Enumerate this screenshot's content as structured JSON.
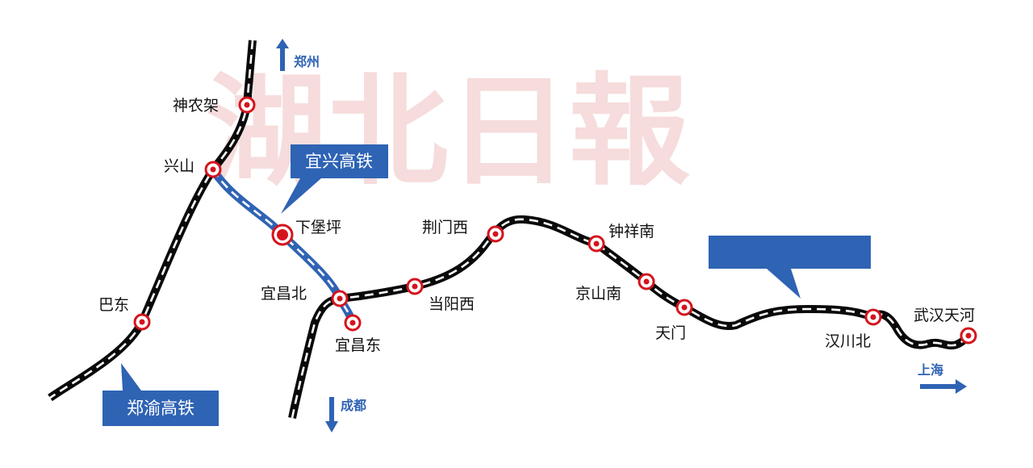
{
  "watermark": "湖北日報",
  "colors": {
    "rail": "#0a0a0a",
    "rail_dash": "#ffffff",
    "highlight": "#2f63b4",
    "station": "#d4141d",
    "callout": "#2f63b4"
  },
  "lines": {
    "zhengyu": "郑渝高铁",
    "yixing": "宜兴高铁",
    "unlabeled": ""
  },
  "stations": {
    "shennongjia": "神农架",
    "xingshan": "兴山",
    "xiabaoping": "下堡坪",
    "badong": "巴东",
    "yichangbei": "宜昌北",
    "yichangdong": "宜昌东",
    "dangyangxi": "当阳西",
    "jingmenxi": "荆门西",
    "zhongxiangnan": "钟祥南",
    "jingshannan": "京山南",
    "tianmen": "天门",
    "hanchuanbei": "汉川北",
    "wuhantianhe": "武汉天河"
  },
  "directions": {
    "zhengzhou": "郑州",
    "chengdu": "成都",
    "shanghai": "上海"
  }
}
